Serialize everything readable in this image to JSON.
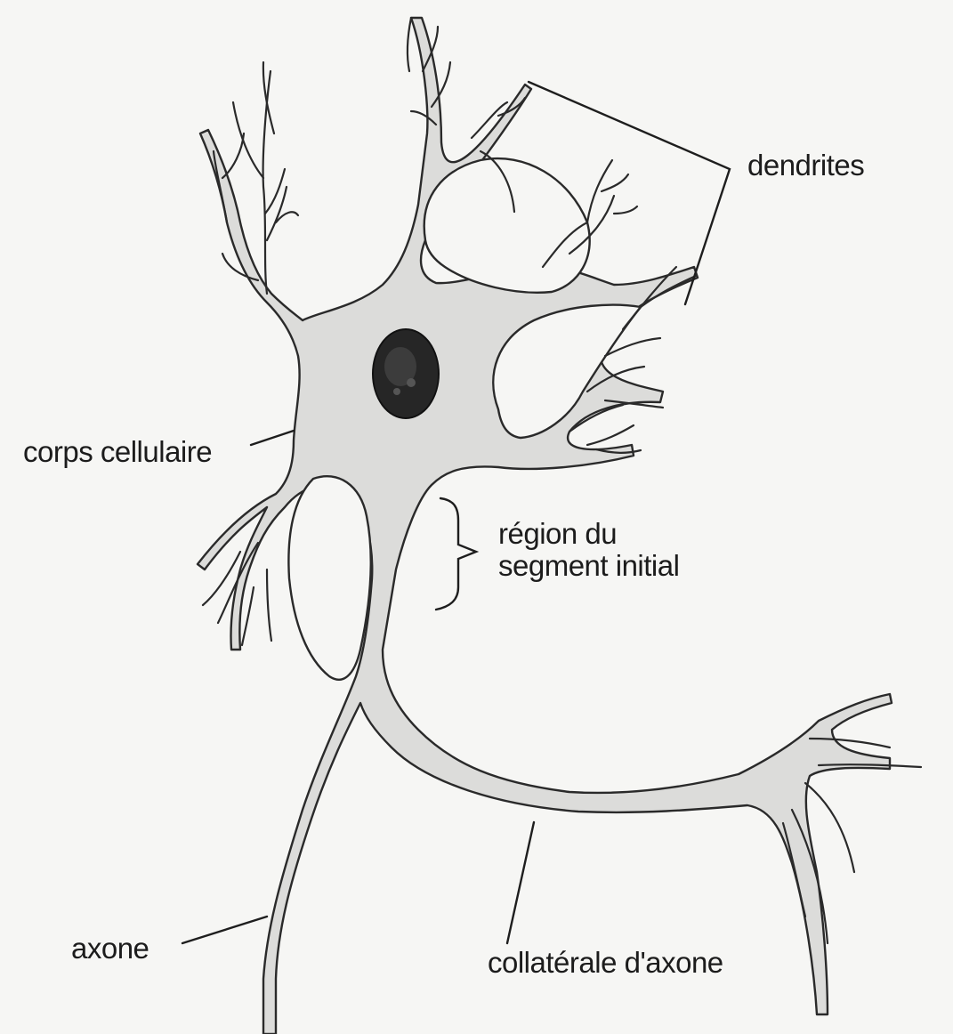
{
  "labels": {
    "dendrites": "dendrites",
    "cell_body": "corps cellulaire",
    "initial_segment_line1": "région du",
    "initial_segment_line2": "segment initial",
    "axon": "axone",
    "axon_collateral": "collatérale d'axone"
  },
  "colors": {
    "background": "#f6f6f4",
    "cell_fill": "#dcdcda",
    "outline": "#2a2a2a",
    "nucleus": "#222222"
  }
}
